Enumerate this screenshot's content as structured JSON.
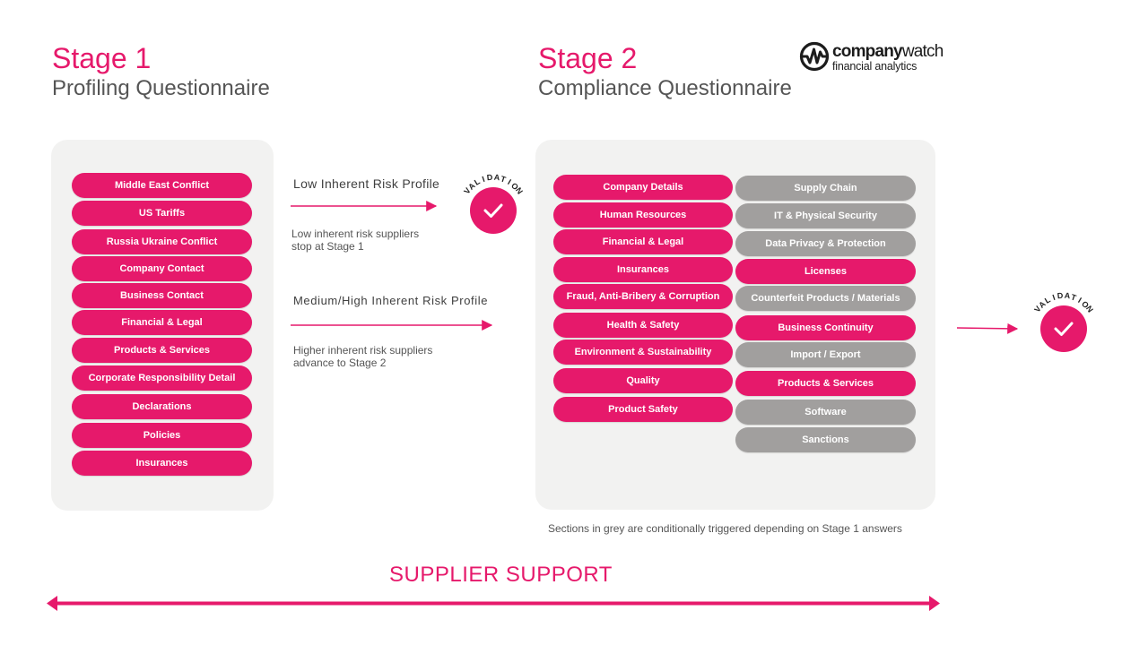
{
  "stage1": {
    "title": "Stage 1",
    "subtitle": "Profiling Questionnaire"
  },
  "stage2": {
    "title": "Stage 2",
    "subtitle": "Compliance Questionnaire"
  },
  "logo": {
    "name_bold": "company",
    "name_light": "watch",
    "tagline": "financial analytics"
  },
  "stage1_sections": [
    "Middle East Conflict",
    "US Tariffs",
    "Russia Ukraine Conflict",
    "Company Contact",
    "Business Contact",
    "Financial & Legal",
    "Products & Services",
    "Corporate Responsibility Detail",
    "Declarations",
    "Policies",
    "Insurances"
  ],
  "stage2_left_sections": [
    "Company Details",
    "Human Resources",
    "Financial & Legal",
    "Insurances",
    "Fraud, Anti-Bribery & Corruption",
    "Health & Safety",
    "Environment & Sustainability",
    "Quality",
    "Product Safety"
  ],
  "stage2_right_sections": [
    {
      "label": "Supply Chain",
      "conditional": true
    },
    {
      "label": "IT & Physical Security",
      "conditional": true
    },
    {
      "label": "Data Privacy & Protection",
      "conditional": true
    },
    {
      "label": "Licenses",
      "conditional": false
    },
    {
      "label": "Counterfeit Products / Materials",
      "conditional": true
    },
    {
      "label": "Business Continuity",
      "conditional": false
    },
    {
      "label": "Import / Export",
      "conditional": true
    },
    {
      "label": "Products & Services",
      "conditional": false
    },
    {
      "label": "Software",
      "conditional": true
    },
    {
      "label": "Sanctions",
      "conditional": true
    }
  ],
  "flows": {
    "low": {
      "label": "Low Inherent Risk Profile",
      "note_line1": "Low inherent risk suppliers",
      "note_line2": "stop at Stage 1"
    },
    "high": {
      "label": "Medium/High Inherent Risk Profile",
      "note_line1": "Higher inherent risk suppliers",
      "note_line2": "advance to Stage 2"
    }
  },
  "validation": {
    "label": "VALIDATION"
  },
  "footnote": "Sections in grey are conditionally triggered depending on Stage 1 answers",
  "support": {
    "label": "SUPPLIER SUPPORT"
  },
  "colors": {
    "accent": "#e6196b",
    "conditional": "#a19f9e",
    "panel": "#f2f2f1"
  },
  "icons": {
    "validation": "checkmark-icon",
    "logo": "w-wave-icon"
  }
}
